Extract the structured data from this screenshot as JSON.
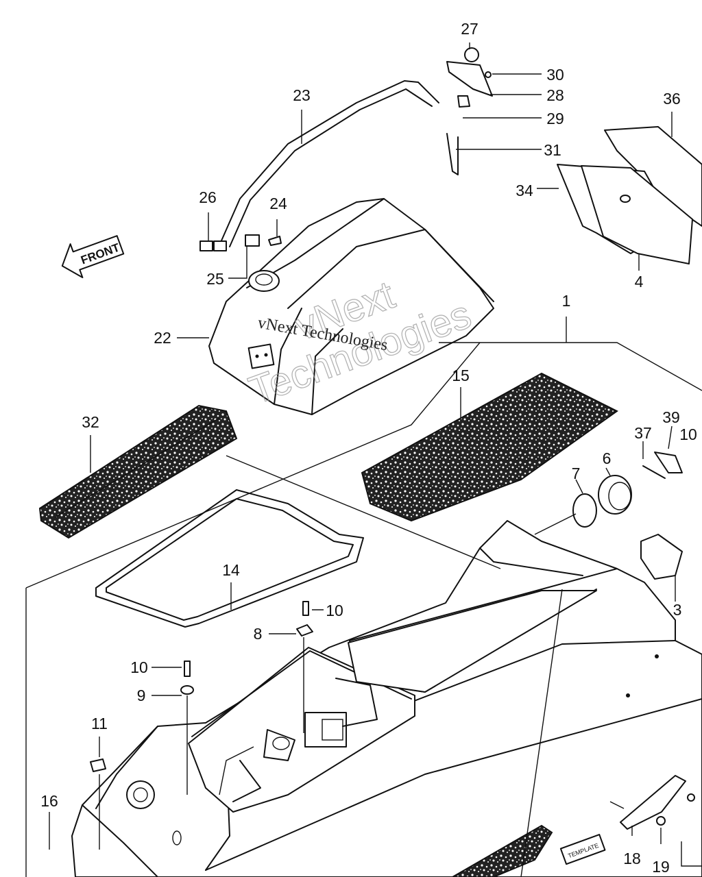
{
  "front_label": "FRONT",
  "template_label": "TEMPLATE",
  "watermark": {
    "line1": "vNext",
    "line2": "Technologies",
    "overlay": "vNext Technologies"
  },
  "callouts": {
    "c1": "1",
    "c3": "3",
    "c4": "4",
    "c6": "6",
    "c7": "7",
    "c8": "8",
    "c9": "9",
    "c10a": "10",
    "c10b": "10",
    "c10c": "10",
    "c11": "11",
    "c14": "14",
    "c15": "15",
    "c16": "16",
    "c18": "18",
    "c19": "19",
    "c22": "22",
    "c23": "23",
    "c24": "24",
    "c25": "25",
    "c26": "26",
    "c27": "27",
    "c28": "28",
    "c29": "29",
    "c30": "30",
    "c31": "31",
    "c32": "32",
    "c34": "34",
    "c36": "36",
    "c37": "37",
    "c39": "39"
  }
}
